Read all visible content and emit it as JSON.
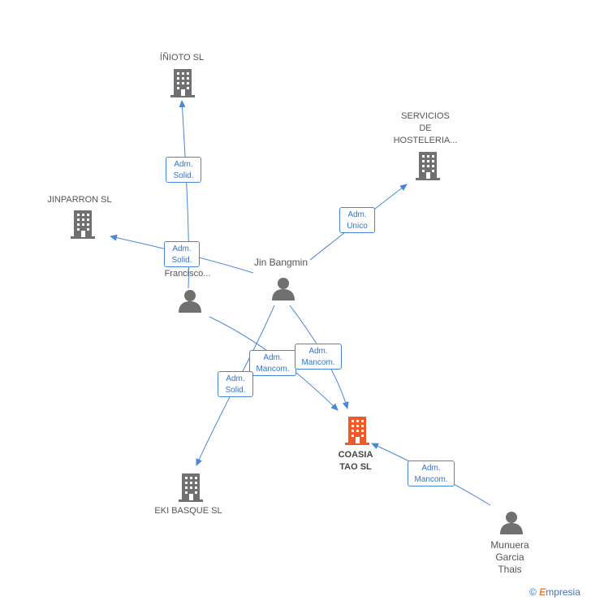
{
  "nodes": {
    "inioto": {
      "label": "ÍÑIOTO SL",
      "kind": "company"
    },
    "servicios": {
      "label": "SERVICIOS\nDE\nHOSTELERIA...",
      "kind": "company"
    },
    "jinparron": {
      "label": "JINPARRON SL",
      "kind": "company"
    },
    "person_francisco": {
      "label": "...no\n...o\nFrancisco...",
      "kind": "person"
    },
    "jin": {
      "label": "Jin Bangmin",
      "kind": "person"
    },
    "coasia": {
      "label": "COASIA\nTAO SL",
      "kind": "company-focus"
    },
    "eki": {
      "label": "EKI BASQUE  SL",
      "kind": "company"
    },
    "munuera": {
      "label": "Munuera\nGarcia\nThais",
      "kind": "person"
    }
  },
  "edges": [
    {
      "from": "person_francisco",
      "to": "inioto",
      "label": "Adm.\nSolid."
    },
    {
      "from": "jin",
      "to": "jinparron",
      "label": "Adm.\nSolid."
    },
    {
      "from": "jin",
      "to": "servicios",
      "label": "Adm.\nUnico"
    },
    {
      "from": "person_francisco",
      "to": "coasia",
      "label": "Adm.\nMancom."
    },
    {
      "from": "jin",
      "to": "coasia",
      "label": "Adm.\nMancom."
    },
    {
      "from": "jin",
      "to": "eki",
      "label": "Adm.\nSolid."
    },
    {
      "from": "munuera",
      "to": "coasia",
      "label": "Adm.\nMancom."
    }
  ],
  "colors": {
    "edge": "#4a86d8",
    "company": "#707070",
    "focus": "#f05a28",
    "person": "#707070"
  },
  "brand": {
    "symbol": "©",
    "name": "Empresia",
    "initial": "E",
    "rest": "mpresia"
  }
}
